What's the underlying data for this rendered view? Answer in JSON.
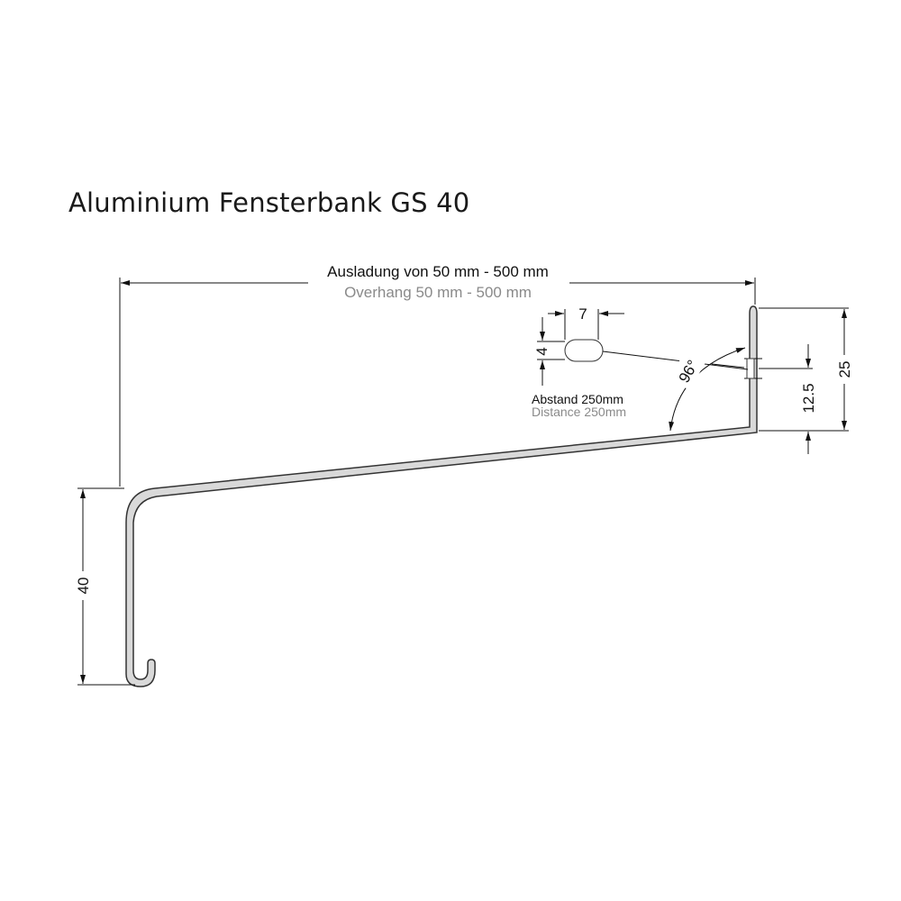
{
  "title": "Aluminium Fensterbank GS 40",
  "dimensions": {
    "overhang_de": "Ausladung von 50 mm - 500 mm",
    "overhang_en": "Overhang 50 mm - 500 mm",
    "slot_width": "7",
    "slot_height": "4",
    "spacing_de": "Abstand 250mm",
    "spacing_en": "Distance 250mm",
    "angle": "96°",
    "height_right": "25",
    "hole_height": "12.5",
    "height_left": "40"
  },
  "colors": {
    "profile_fill": "#d9d9d9",
    "profile_stroke": "#333333",
    "text_primary": "#111111",
    "text_secondary": "#8a8a8a"
  }
}
